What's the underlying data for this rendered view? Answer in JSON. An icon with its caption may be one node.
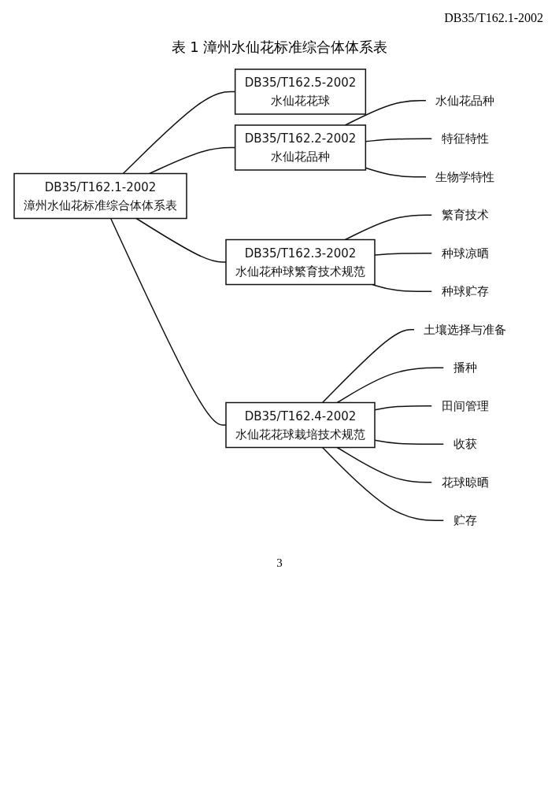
{
  "diagram": {
    "title": "表 1 漳州水仙花标准综合体体系表",
    "nodes": [
      {
        "text": [
          "DB35/T162.1-2002",
          "漳州水仙花标准综合体体系表"
        ]
      },
      {
        "text": [
          "DB35/T162.2-2002",
          "水仙花品种"
        ]
      },
      {
        "text": [
          "水仙花品种"
        ]
      },
      {
        "text": [
          "特征特性"
        ]
      },
      {
        "text": [
          "生物学特性"
        ]
      },
      {
        "text": [
          "DB35/T162.3-2002",
          "水仙花种球繁育技术规范"
        ]
      },
      {
        "text": [
          "繁育技术"
        ]
      },
      {
        "text": [
          "种球凉晒"
        ]
      },
      {
        "text": [
          "种球贮存"
        ]
      },
      {
        "text": [
          "DB35/T162.4-2002",
          "水仙花花球栽培技术规范"
        ]
      },
      {
        "text": [
          "土壤选择与准备"
        ]
      },
      {
        "text": [
          "播种"
        ]
      },
      {
        "text": [
          "田间管理"
        ]
      },
      {
        "text": [
          "收获"
        ]
      },
      {
        "text": [
          "花球晾晒"
        ]
      },
      {
        "text": [
          "贮存"
        ]
      },
      {
        "text": [
          "DB35/T162.5-2002",
          "水仙花花球"
        ]
      }
    ],
    "edges": [
      {
        "from": 0,
        "to": 1,
        "arrow": "none"
      },
      {
        "from": 0,
        "to": 5,
        "arrow": "none"
      },
      {
        "from": 0,
        "to": 9,
        "arrow": "none"
      },
      {
        "from": 0,
        "to": 16,
        "arrow": "none"
      },
      {
        "from": 1,
        "to": 2,
        "arrow": "none"
      },
      {
        "from": 1,
        "to": 3,
        "arrow": "none"
      },
      {
        "from": 1,
        "to": 4,
        "arrow": "none"
      },
      {
        "from": 5,
        "to": 6,
        "arrow": "none"
      },
      {
        "from": 5,
        "to": 7,
        "arrow": "none"
      },
      {
        "from": 5,
        "to": 8,
        "arrow": "none"
      },
      {
        "from": 9,
        "to": 10,
        "arrow": "none"
      },
      {
        "from": 9,
        "to": 11,
        "arrow": "none"
      },
      {
        "from": 9,
        "to": 12,
        "arrow": "none"
      },
      {
        "from": 9,
        "to": 13,
        "arrow": "none"
      },
      {
        "from": 9,
        "to": 14,
        "arrow": "none"
      },
      {
        "from": 9,
        "to": 15,
        "arrow": "none"
      }
    ],
    "labels": [
      "DB35/T162.1-2002",
      "3"
    ]
  }
}
